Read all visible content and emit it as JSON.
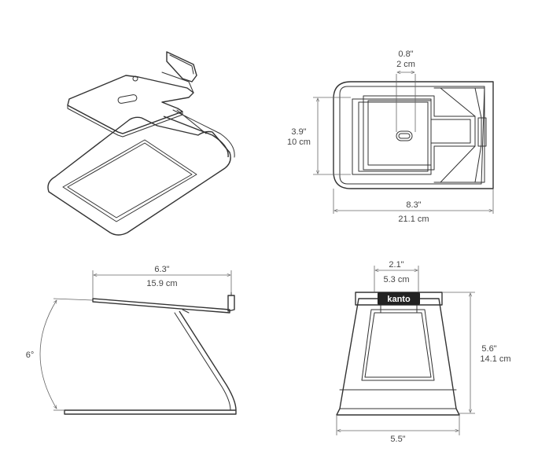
{
  "views": {
    "isometric": {},
    "top": {
      "slot_width_in": "0.8\"",
      "slot_width_cm": "2 cm",
      "depth_in": "3.9\"",
      "depth_cm": "10 cm",
      "width_in": "8.3\"",
      "width_cm": "21.1 cm"
    },
    "side": {
      "length_in": "6.3\"",
      "length_cm": "15.9 cm",
      "angle": "6°"
    },
    "front": {
      "top_width_in": "2.1\"",
      "top_width_cm": "5.3 cm",
      "height_in": "5.6\"",
      "height_cm": "14.1 cm",
      "base_width_in": "5.5\"",
      "brand_logo": "kanto"
    }
  },
  "colors": {
    "line": "#333333",
    "dimension": "#666666",
    "text": "#444444",
    "logo_plate": "#222222"
  }
}
